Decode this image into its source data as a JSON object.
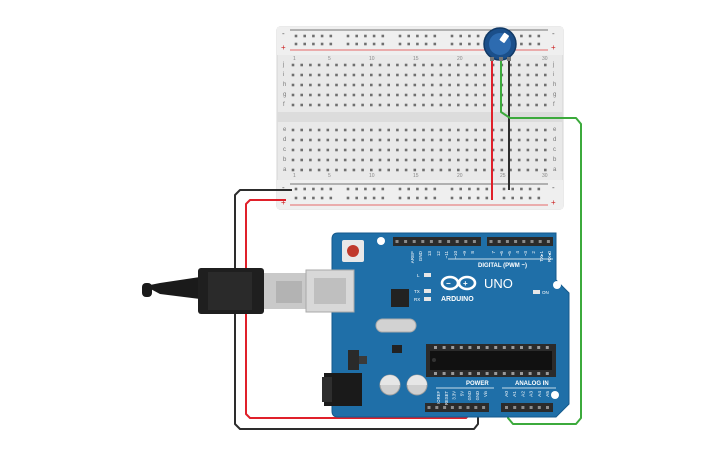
{
  "colors": {
    "background": "#ffffff",
    "breadboard": "#e9e9e9",
    "breadboard_edge": "#d4d4d4",
    "rail_plus": "#e03c3c",
    "rail_minus": "#4a4a4a",
    "arduino_board": "#1f6fa8",
    "arduino_edge": "#155a8c",
    "header": "#2b2b2b",
    "wire_red": "#e0202a",
    "wire_black": "#2d2d2d",
    "wire_green": "#3caa3c",
    "usb_cable": "#1a1a1a",
    "usb_metal": "#c9c9c9",
    "potentiometer": "#1b4f8a",
    "chip": "#222222"
  },
  "breadboard": {
    "rail_plus_label": "+",
    "rail_minus_label": "-",
    "rows_top": [
      "j",
      "i",
      "h",
      "g",
      "f"
    ],
    "rows_bottom": [
      "e",
      "d",
      "c",
      "b",
      "a"
    ],
    "column_numbers": [
      "1",
      "5",
      "10",
      "15",
      "20",
      "25",
      "30"
    ]
  },
  "arduino": {
    "logo_text": "ARDUINO",
    "model": "UNO",
    "digital_label": "DIGITAL (PWM ~)",
    "digital_pins": [
      "AREF",
      "GND",
      "13",
      "12",
      "~11",
      "~10",
      "~9",
      "8",
      "7",
      "~6",
      "~5",
      "4",
      "~3",
      "2",
      "TX▸1",
      "RX◂0"
    ],
    "power_label": "POWER",
    "power_pins": [
      "IOREF",
      "RESET",
      "3.3V",
      "5V",
      "GND",
      "GND",
      "Vin"
    ],
    "analog_label": "ANALOG IN",
    "analog_pins": [
      "A0",
      "A1",
      "A2",
      "A3",
      "A4",
      "A5"
    ],
    "led_labels": [
      "L",
      "TX",
      "RX"
    ],
    "on_label": "ON"
  }
}
